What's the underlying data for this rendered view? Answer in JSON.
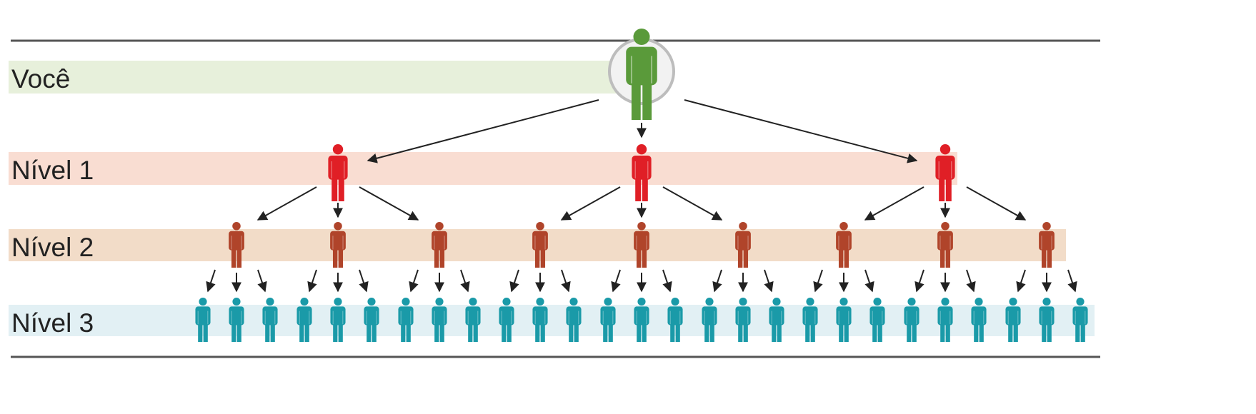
{
  "levels": [
    {
      "label": "Você",
      "band_color": "#e7f0db",
      "person_color": "#5a9a3a",
      "count": 1
    },
    {
      "label": "Nível 1",
      "band_color": "#f9ddd2",
      "person_color": "#e01f26",
      "count": 3
    },
    {
      "label": "Nível 2",
      "band_color": "#f2dcc8",
      "person_color": "#b0442a",
      "count": 9
    },
    {
      "label": "Nível 3",
      "band_color": "#e2f0f4",
      "person_color": "#1a9aa8",
      "count": 27
    }
  ],
  "branching": 3,
  "colors": {
    "rule": "#555555",
    "arrow": "#222222",
    "halo": "#bdbdbd"
  }
}
